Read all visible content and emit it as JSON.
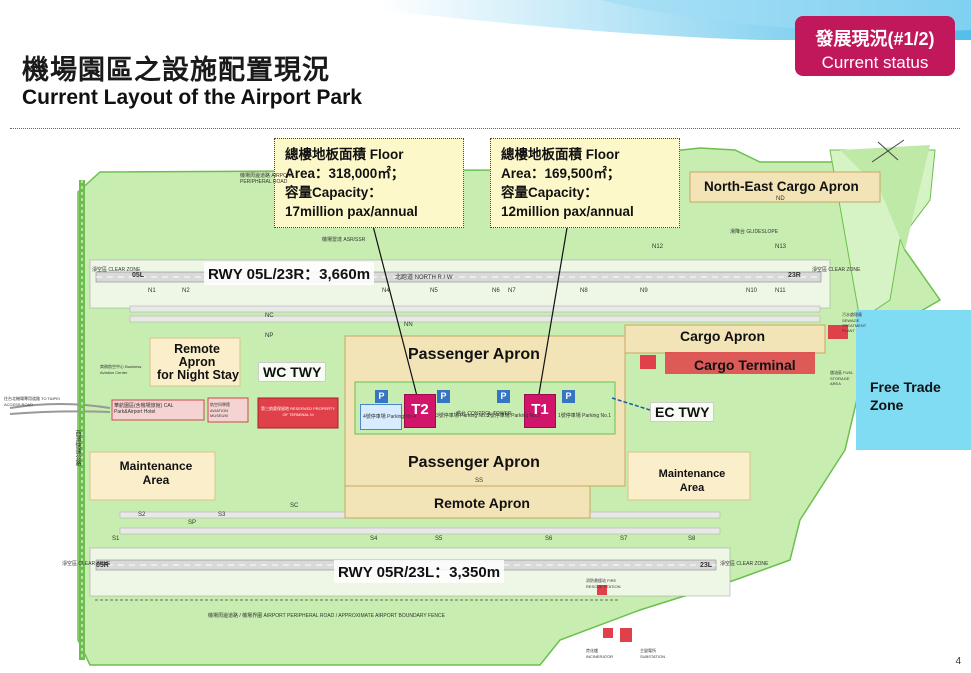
{
  "header": {
    "title_zh": "機場園區之設施配置現況",
    "title_en": "Current Layout of the Airport Park",
    "badge_line1": "發展現況(#1/2)",
    "badge_line2": "Current status"
  },
  "callouts": {
    "t2": {
      "line1": "總樓地板面積 Floor",
      "line2": "Area：318,000㎡；",
      "line3": "容量Capacity：",
      "line4": "17million pax/annual"
    },
    "t1": {
      "line1": "總樓地板面積 Floor",
      "line2": "Area：169,500㎡；",
      "line3": "容量Capacity：",
      "line4": "12million pax/annual"
    }
  },
  "labels": {
    "rwy_north": "RWY 05L/23R：3,660m",
    "rwy_south": "RWY 05R/23L：3,350m",
    "ne_cargo_apron": "North-East Cargo Apron",
    "cargo_apron": "Cargo Apron",
    "cargo_terminal": "Cargo Terminal",
    "free_trade_line1": "Free Trade",
    "free_trade_line2": "Zone",
    "passenger_apron_north": "Passenger Apron",
    "passenger_apron_south": "Passenger Apron",
    "remote_apron": "Remote Apron",
    "remote_night_line1": "Remote",
    "remote_night_line2": "Apron",
    "remote_night_line3": "for Night Stay",
    "wc_twy": "WC TWY",
    "ec_twy": "EC TWY",
    "maint_west_line1": "Maintenance",
    "maint_west_line2": "Area",
    "maint_east_line1": "Maintenance",
    "maint_east_line2": "Area",
    "t1": "T1",
    "t2": "T2"
  },
  "small_labels": {
    "rwy05L": "05L",
    "rwy23R": "23R",
    "rwy05R": "05R",
    "rwy23L": "23L",
    "north_rw": "北跑道 NORTH R / W",
    "clear_zone": "淨空區 CLEAR ZONE",
    "glideslope": "滑降台 GLIDESLOPE",
    "asr": "機場雷達 ASR/SSR",
    "nc": "NC",
    "np": "NP",
    "nn": "NN",
    "sc": "SC",
    "sp": "SP",
    "ss": "SS",
    "nd": "ND",
    "n1": "N1",
    "n2": "N2",
    "n4": "N4",
    "n5": "N5",
    "n6": "N6",
    "n7": "N7",
    "n8": "N8",
    "n9": "N9",
    "n10": "N10",
    "n11": "N11",
    "n12": "N12",
    "n13": "N13",
    "s1": "S1",
    "s2": "S2",
    "s3": "S3",
    "s4": "S4",
    "s5": "S5",
    "s6": "S6",
    "s7": "S7",
    "s8": "S8",
    "parking4": "4號停車場 Parking No.4",
    "parking3": "3號停車場 Parking No.3",
    "tower": "塔台 CONTROL TOWER",
    "parking2": "2號停車場 Parking No.2",
    "parking1": "1號停車場 Parking No.1",
    "reserved": "第三航廈保留地 RESERVED PROPERTY OF TERMINAL III",
    "cal_park": "華航園區(含機場旅館) CAL Park&Airport Hotel",
    "aviation_museum": "航空科學館 AVIATION MUSEUM",
    "business_center": "商務航空中心 Business Aviation Center",
    "fire_station": "消防救援站 FIRE RESCUE STATION",
    "sewage": "污水處理廠 SEWAGE TREATMENT PLANT",
    "fuel": "儲油區 FUEL STORAGE AREA",
    "incinerator": "焚化爐 INCINERATOR",
    "substation": "主變電所 SUBSTATION",
    "peripheral_road": "機場周邊道路 / 機場界圍 AIRPORT PERIPHERAL ROAD / APPROXIMATE AIRPORT BOUNDARY FENCE",
    "access_road": "往台北機場專用道路 TO TAIPEI ACCESS ROAD",
    "peripheral_road_top": "機場周邊道路 AIRPORT PERIPHERAL ROAD",
    "highway": "西濱快速公路",
    "p": "P"
  },
  "page_number": "4",
  "colors": {
    "badge": "#c1185b",
    "terminal": "#d1156b",
    "grass": "#c7eeb0",
    "runway": "#d9d9d9",
    "apron": "#f3e4b7",
    "callout": "#fdf8c9",
    "water": "#7fdcf2",
    "ocean_band": "#3fb8e8"
  }
}
